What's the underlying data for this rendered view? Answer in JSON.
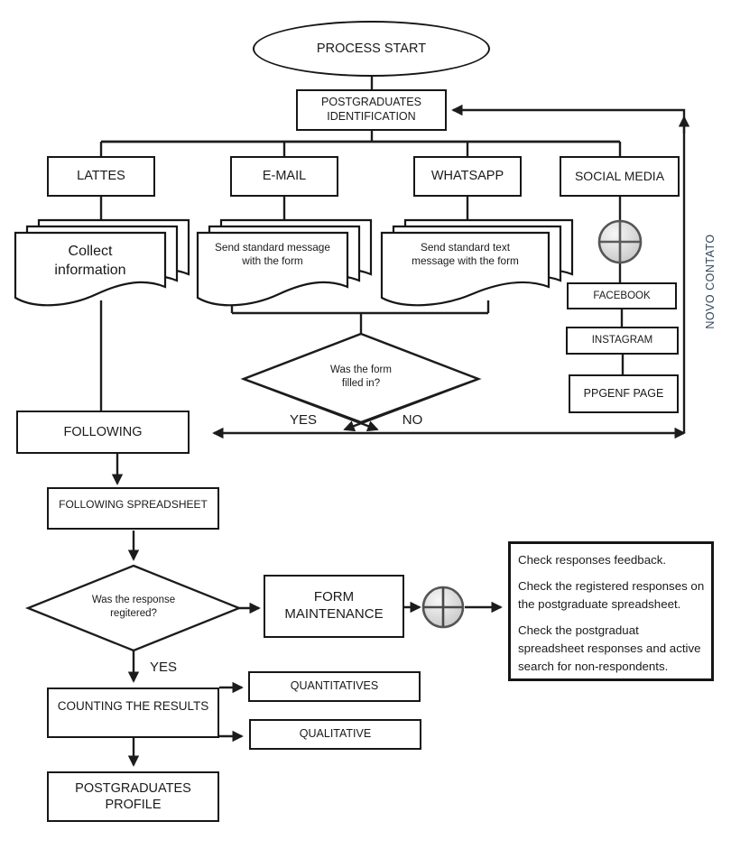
{
  "nodes": {
    "process_start": "PROCESS START",
    "postgraduates_identification": "POSTGRADUATES\nIDENTIFICATION",
    "lattes": "LATTES",
    "email": "E-MAIL",
    "whatsapp": "WHATSAPP",
    "social_media": "SOCIAL MEDIA",
    "collect_information": "Collect\ninformation",
    "send_standard_message": "Send standard message\nwith the form",
    "send_standard_text": "Send standard text\nmessage with the form",
    "facebook": "FACEBOOK",
    "instagram": "INSTAGRAM",
    "ppgenf_page": "PPGENF PAGE",
    "form_filled_question": "Was the form\nfilled in?",
    "following": "FOLLOWING",
    "following_spreadsheet": "FOLLOWING SPREADSHEET",
    "response_registered_question": "Was the response\nregitered?",
    "form_maintenance": "FORM\nMAINTENANCE",
    "counting_results": "COUNTING THE RESULTS",
    "quantitatives": "QUANTITATIVES",
    "qualitative": "QUALITATIVE",
    "postgraduates_profile": "POSTGRADUATES\nPROFILE"
  },
  "labels": {
    "yes_form": "YES",
    "no_form": "NO",
    "yes_response": "YES",
    "novo_contato": "NOVO CONTATO"
  },
  "notes": {
    "items": [
      "Check responses feedback.",
      "Check the registered responses on the postgraduate spreadsheet.",
      "Check the postgraduat spreadsheet responses and active search for non-respondents."
    ]
  },
  "icons": {
    "social_connector": "plus-connector-icon",
    "maintenance_connector": "plus-connector-icon"
  },
  "colors": {
    "line": "#1c1c1c",
    "novo_contato_text": "#33475b",
    "connector_circle_fill": "#d9d9d9",
    "connector_circle_stroke": "#555555"
  }
}
